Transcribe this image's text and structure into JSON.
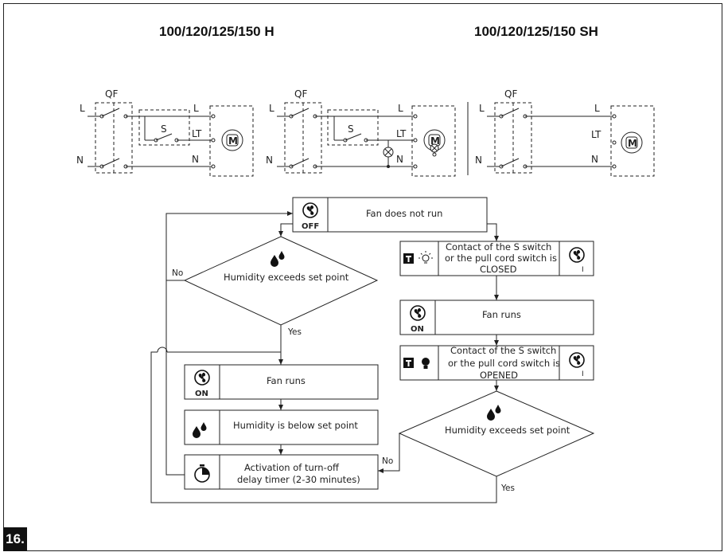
{
  "titles": {
    "h_models": "100/120/125/150 H",
    "sh_models": "100/120/125/150 SH"
  },
  "figure_number": "16.",
  "wiring": {
    "qf": "QF",
    "l": "L",
    "n": "N",
    "lt": "LT",
    "s": "S",
    "motor": "M"
  },
  "flow": {
    "fan_does_not_run": "Fan does not run",
    "off_label": "OFF",
    "on_label": "ON",
    "humidity_exceeds": "Humidity exceeds set point",
    "no": "No",
    "yes": "Yes",
    "fan_runs": "Fan runs",
    "humidity_below": "Humidity is below set point",
    "timer_line1": "Activation of turn-off",
    "timer_line2": "delay timer (2-30 minutes)",
    "closed_line1": "Contact of the S switch",
    "closed_line2": "or the pull cord switch is",
    "closed_line3": "CLOSED",
    "opened_line1": "Contact of the S switch",
    "opened_line2": "or the pull cord switch is",
    "opened_line3": "OPENED",
    "one": "I"
  },
  "icons": [
    "fan-icon",
    "water-drops-icon",
    "timer-icon",
    "switch-icon",
    "bulb-off-icon",
    "bulb-on-icon",
    "motor-icon",
    "lamp-icon"
  ]
}
